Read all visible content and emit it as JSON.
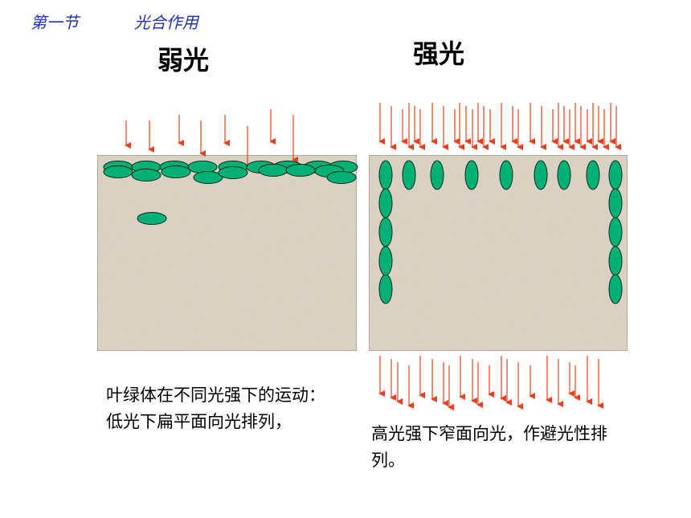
{
  "header": {
    "section": "第一节",
    "topic": "光合作用"
  },
  "panels": [
    {
      "title": "弱光",
      "caption": "叶绿体在不同光强下的运动：低光下扁平面向光排列，"
    },
    {
      "title": "强光",
      "caption": "高光强下窄面向光，作避光性排列。"
    }
  ],
  "colors": {
    "arrow": "#e8401c",
    "chloroplast_fill": "#00b074",
    "chloroplast_stroke": "#0a2a1c",
    "cell_fill": "#d8cfbf",
    "cell_border": "#6b6b6b",
    "header_text": "#1f2fc4"
  }
}
